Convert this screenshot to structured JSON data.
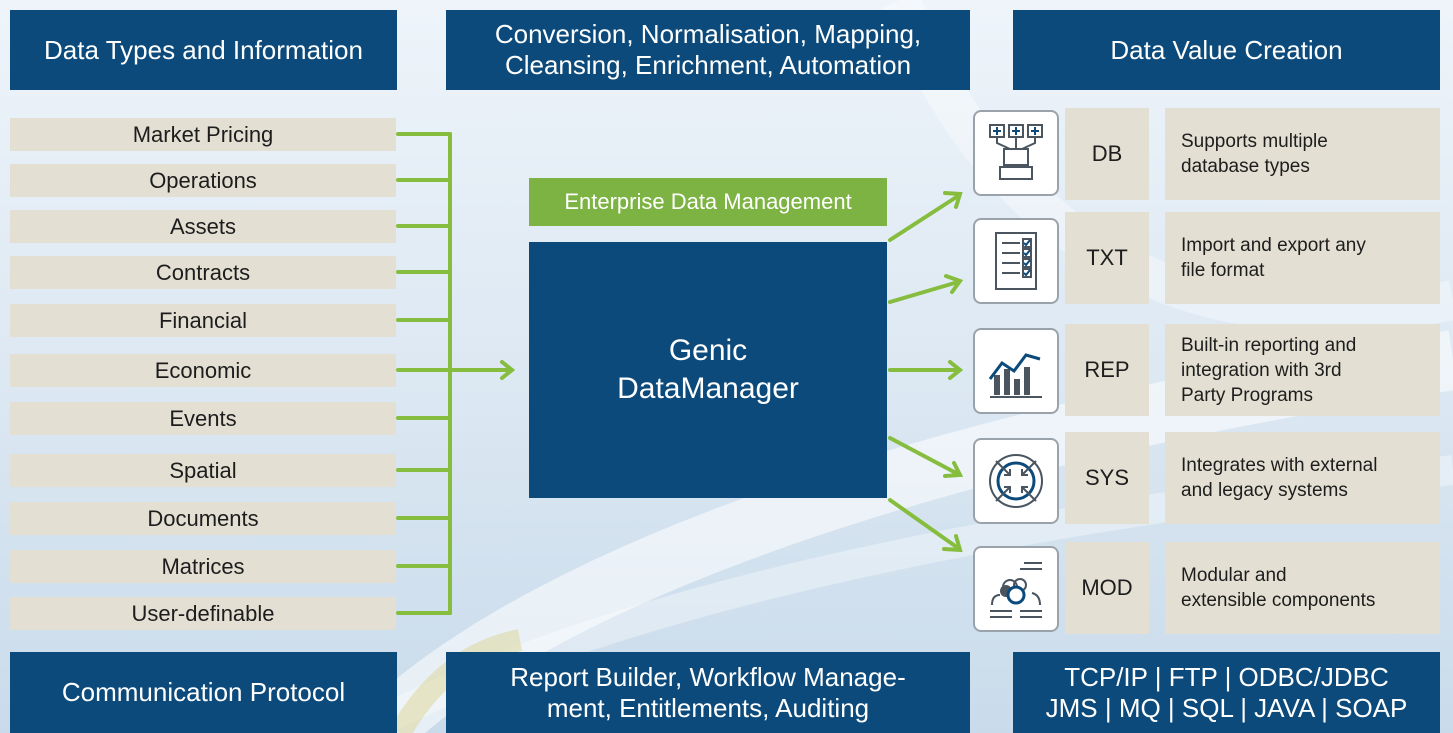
{
  "headers": {
    "top_left": "Data Types and Information",
    "top_center": "Conversion, Normalisation, Mapping,\nCleansing, Enrichment, Automation",
    "top_right": "Data Value Creation",
    "bottom_left": "Communication Protocol",
    "bottom_center": "Report Builder, Workflow Manage-\nment, Entitlements, Auditing",
    "bottom_right": "TCP/IP | FTP | ODBC/JDBC\nJMS |  MQ | SQL | JAVA | SOAP"
  },
  "data_types": [
    "Market Pricing",
    "Operations",
    "Assets",
    "Contracts",
    "Financial",
    "Economic",
    "Events",
    "Spatial",
    "Documents",
    "Matrices",
    "User-definable"
  ],
  "center": {
    "label": "Enterprise Data Management",
    "title_line1": "Genic",
    "title_line2": "DataManager"
  },
  "outputs": [
    {
      "code": "DB",
      "description": "Supports multiple\ndatabase types",
      "icon": "database-icon"
    },
    {
      "code": "TXT",
      "description": "Import and export any\nfile format",
      "icon": "document-checklist-icon"
    },
    {
      "code": "REP",
      "description": "Built-in reporting and\nintegration with 3rd\nParty Programs",
      "icon": "report-chart-icon"
    },
    {
      "code": "SYS",
      "description": "Integrates with external\nand legacy systems",
      "icon": "system-integration-icon"
    },
    {
      "code": "MOD",
      "description": "Modular and\nextensible components",
      "icon": "modules-icon"
    }
  ],
  "colors": {
    "primary": "#0b4a7b",
    "accent": "#7cb342",
    "panel": "#e3e0d3"
  }
}
